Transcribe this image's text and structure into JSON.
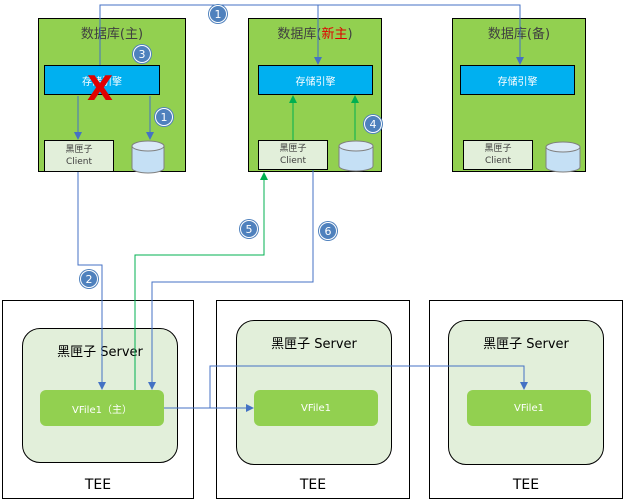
{
  "databases": [
    {
      "title_prefix": "数据库",
      "title_paren_open": "(",
      "title_role": "主",
      "title_paren_close": ")",
      "engine_label": "存储引擎",
      "client_line1": "黑匣子",
      "client_line2": "Client"
    },
    {
      "title_prefix": "数据库",
      "title_paren_open": "(",
      "title_role": "新主",
      "title_paren_close": ")",
      "engine_label": "存储引擎",
      "client_line1": "黑匣子",
      "client_line2": "Client"
    },
    {
      "title_prefix": "数据库",
      "title_paren_open": "(",
      "title_role": "备",
      "title_paren_close": ")",
      "engine_label": "存储引擎",
      "client_line1": "黑匣子",
      "client_line2": "Client"
    }
  ],
  "tees": [
    {
      "label": "TEE",
      "server_title": "黑匣子 Server",
      "vfile_label": "VFile1（主）"
    },
    {
      "label": "TEE",
      "server_title": "黑匣子 Server",
      "vfile_label": "VFile1"
    },
    {
      "label": "TEE",
      "server_title": "黑匣子 Server",
      "vfile_label": "VFile1"
    }
  ],
  "badges": [
    "1",
    "3",
    "1",
    "4",
    "5",
    "6",
    "2"
  ],
  "failure_mark": "X",
  "colors": {
    "db_green": "#92d050",
    "engine_blue": "#00b0f0",
    "client_fill": "#e2efda",
    "arrow_blue": "#4472c4",
    "arrow_green": "#00b050",
    "highlight_red": "#e00000"
  }
}
